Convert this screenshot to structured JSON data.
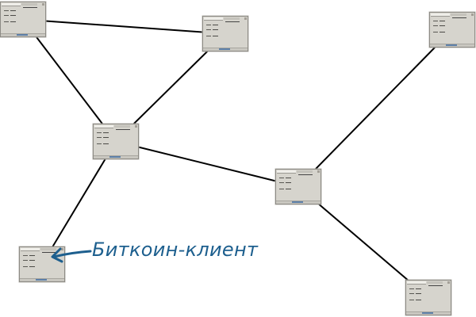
{
  "diagram": {
    "type": "network",
    "line_color": "#000000",
    "callout_color": "#1d5f8e",
    "node_fill": "#d6d4cd",
    "nodes": [
      {
        "id": "n1"
      },
      {
        "id": "n2"
      },
      {
        "id": "n3"
      },
      {
        "id": "n4"
      },
      {
        "id": "n5"
      },
      {
        "id": "n6"
      },
      {
        "id": "n7"
      }
    ],
    "edges": [
      [
        "n1",
        "n2"
      ],
      [
        "n1",
        "n3"
      ],
      [
        "n2",
        "n3"
      ],
      [
        "n3",
        "n4"
      ],
      [
        "n3",
        "n5"
      ],
      [
        "n5",
        "n6"
      ],
      [
        "n5",
        "n7"
      ]
    ],
    "callout": {
      "target": "n4",
      "label": "Биткоин-клиент"
    }
  }
}
